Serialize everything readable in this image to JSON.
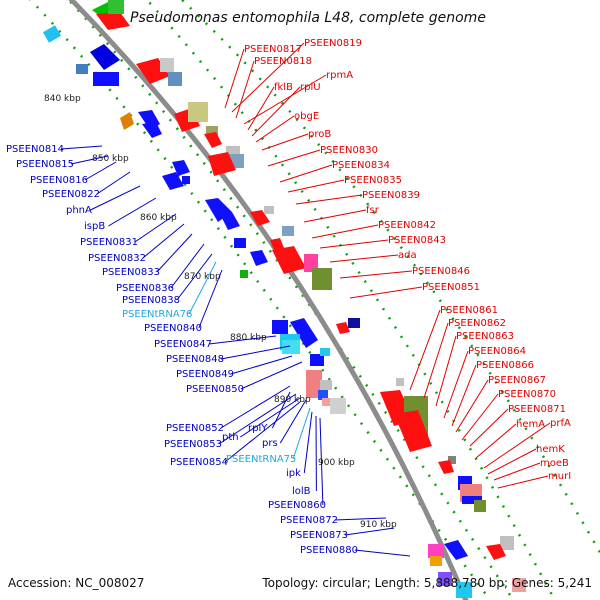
{
  "title": "Pseudomonas entomophila L48, complete genome",
  "footer": {
    "accession": "Accession: NC_008027",
    "topology": "Topology: circular; Length: 5,888,780 bp; Genes: 5,241"
  },
  "colors": {
    "forward_label": "#e00000",
    "reverse_label": "#0000c0",
    "rna_label": "#20a8e0",
    "backbone": "#909090",
    "tick": "#10a010"
  },
  "kbp_labels": [
    "840 kbp",
    "850 kbp",
    "860 kbp",
    "870 kbp",
    "880 kbp",
    "890 kbp",
    "900 kbp",
    "910 kbp"
  ],
  "right_labels": [
    "PSEEN0817",
    "PSEEN0819",
    "PSEEN0818",
    "rpmA",
    "fklB",
    "rplU",
    "obgE",
    "proB",
    "PSEEN0830",
    "PSEEN0834",
    "PSEEN0835",
    "PSEEN0839",
    "fsr",
    "PSEEN0842",
    "PSEEN0843",
    "ada",
    "PSEEN0846",
    "PSEEN0851",
    "PSEEN0861",
    "PSEEN0862",
    "PSEEN0863",
    "PSEEN0864",
    "PSEEN0866",
    "PSEEN0867",
    "PSEEN0870",
    "PSEEN0871",
    "hemA",
    "prfA",
    "hemK",
    "moeB",
    "murI"
  ],
  "left_labels": [
    "PSEEN0814",
    "PSEEN0815",
    "PSEEN0816",
    "PSEEN0822",
    "phnA",
    "ispB",
    "PSEEN0831",
    "PSEEN0832",
    "PSEEN0833",
    "PSEEN0836",
    "PSEEN0838",
    "PSEENtRNA76",
    "PSEEN0840",
    "PSEEN0847",
    "PSEEN0848",
    "PSEEN0849",
    "PSEEN0850",
    "PSEEN0852",
    "rplY",
    "PSEEN0853",
    "pth",
    "prs",
    "PSEEN0854",
    "PSEENtRNA75",
    "ipk",
    "lolB",
    "PSEEN0860",
    "PSEEN0872",
    "PSEEN0873",
    "PSEEN0880"
  ]
}
